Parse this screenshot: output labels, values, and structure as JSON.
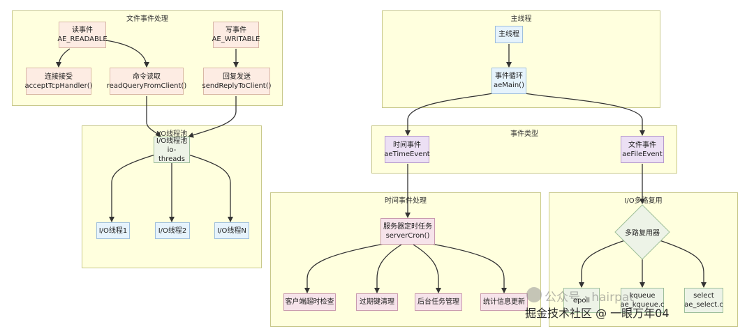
{
  "groups": {
    "file_events": "文件事件处理",
    "io_pool": "I/O线程池",
    "main_thread": "主线程",
    "event_types": "事件类型",
    "time_events": "时间事件处理",
    "io_mux": "I/O多路复用"
  },
  "nodes": {
    "read_event": {
      "line1": "读事件",
      "line2": "AE_READABLE"
    },
    "write_event": {
      "line1": "写事件",
      "line2": "AE_WRITABLE"
    },
    "accept": {
      "line1": "连接接受",
      "line2": "acceptTcpHandler()"
    },
    "read_query": {
      "line1": "命令读取",
      "line2": "readQueryFromClient()"
    },
    "send_reply": {
      "line1": "回复发送",
      "line2": "sendReplyToClient()"
    },
    "io_threads": {
      "line1": "I/O线程池",
      "line2": "io-threads"
    },
    "io_thread_1": {
      "line1": "I/O线程1"
    },
    "io_thread_2": {
      "line1": "I/O线程2"
    },
    "io_thread_n": {
      "line1": "I/O线程N"
    },
    "main_thread": {
      "line1": "主线程"
    },
    "event_loop": {
      "line1": "事件循环",
      "line2": "aeMain()"
    },
    "time_event": {
      "line1": "时间事件",
      "line2": "aeTimeEvent"
    },
    "file_event": {
      "line1": "文件事件",
      "line2": "aeFileEvent"
    },
    "server_cron": {
      "line1": "服务器定时任务",
      "line2": "serverCron()"
    },
    "client_timeout": {
      "line1": "客户端超时检查"
    },
    "expire_clean": {
      "line1": "过期键清理"
    },
    "bg_tasks": {
      "line1": "后台任务管理"
    },
    "stats_update": {
      "line1": "统计信息更新"
    },
    "multiplexer": {
      "line1": "多路复用器"
    },
    "epoll": {
      "line1": "epoll"
    },
    "kqueue": {
      "line1": "kqueue",
      "line2": "ae_kqueue.c"
    },
    "select": {
      "line1": "select",
      "line2": "ae_select.c"
    }
  },
  "watermark": {
    "line1": "公众号 · hairpat",
    "line2": "掘金技术社区 @ 一眼万年04"
  }
}
